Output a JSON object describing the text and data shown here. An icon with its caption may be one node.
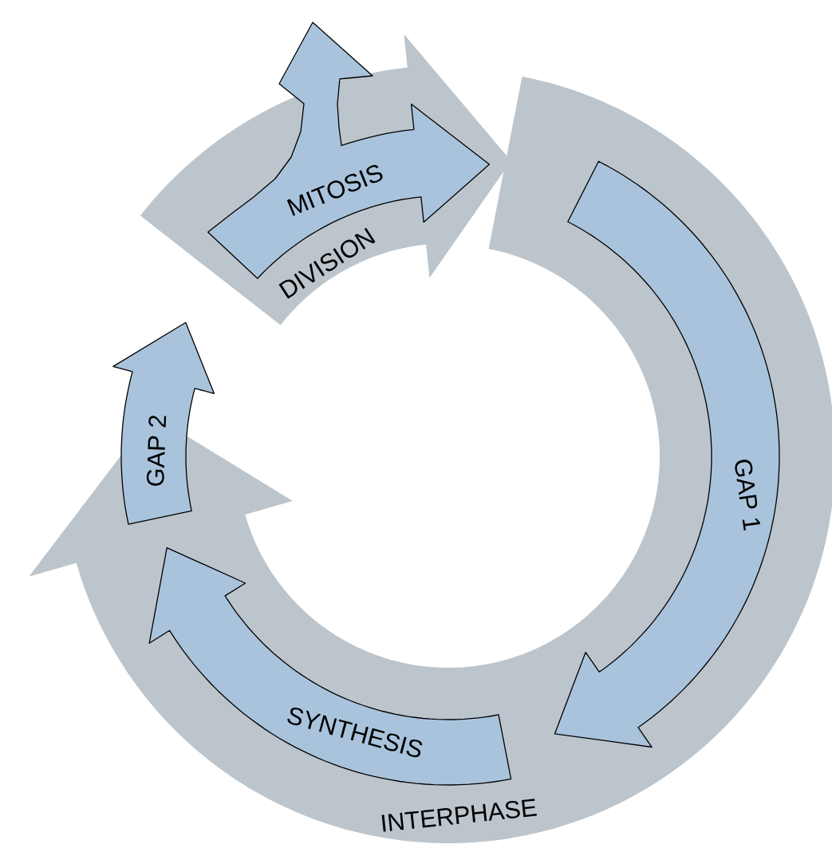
{
  "diagram": {
    "nodes": [
      {
        "text": [
          "DIVISION"
        ]
      },
      {
        "text": [
          "MITOSIS"
        ],
        "in": 0
      },
      {
        "text": [
          "INTERPHASE"
        ]
      },
      {
        "text": [
          "GAP 1"
        ],
        "in": 2
      },
      {
        "text": [
          "SYNTHESIS"
        ],
        "in": 2
      },
      {
        "text": [
          "GAP 2"
        ],
        "in": 2
      }
    ]
  }
}
